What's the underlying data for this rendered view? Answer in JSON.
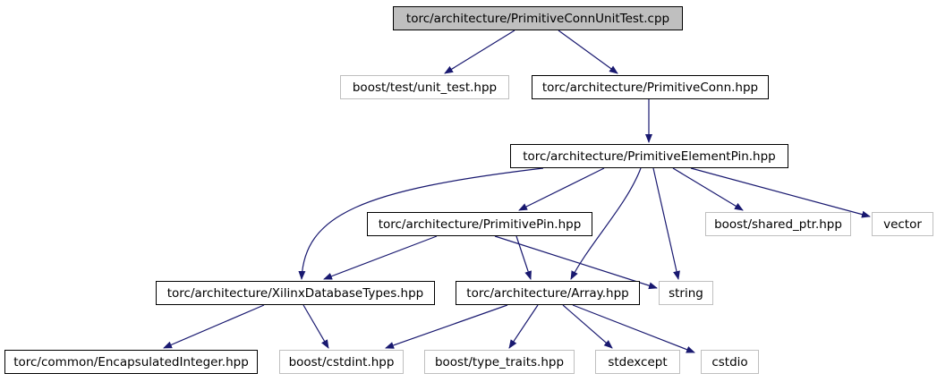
{
  "graph": {
    "colors": {
      "edge": "#191970",
      "local_border": "#000000",
      "external_border": "#bfbfbf",
      "root_fill": "#bfbfbf",
      "node_fill": "#ffffff"
    },
    "nodes": [
      {
        "id": "root",
        "label": "torc/architecture/PrimitiveConnUnitTest.cpp",
        "kind": "root"
      },
      {
        "id": "unit_test",
        "label": "boost/test/unit_test.hpp",
        "kind": "external"
      },
      {
        "id": "primconn",
        "label": "torc/architecture/PrimitiveConn.hpp",
        "kind": "local"
      },
      {
        "id": "elempin",
        "label": "torc/architecture/PrimitiveElementPin.hpp",
        "kind": "local"
      },
      {
        "id": "primpin",
        "label": "torc/architecture/PrimitivePin.hpp",
        "kind": "local"
      },
      {
        "id": "shared_ptr",
        "label": "boost/shared_ptr.hpp",
        "kind": "external"
      },
      {
        "id": "vector",
        "label": "vector",
        "kind": "external"
      },
      {
        "id": "xilinx",
        "label": "torc/architecture/XilinxDatabaseTypes.hpp",
        "kind": "local"
      },
      {
        "id": "array",
        "label": "torc/architecture/Array.hpp",
        "kind": "local"
      },
      {
        "id": "string",
        "label": "string",
        "kind": "external"
      },
      {
        "id": "encint",
        "label": "torc/common/EncapsulatedInteger.hpp",
        "kind": "local"
      },
      {
        "id": "cstdint",
        "label": "boost/cstdint.hpp",
        "kind": "external"
      },
      {
        "id": "type_traits",
        "label": "boost/type_traits.hpp",
        "kind": "external"
      },
      {
        "id": "stdexcept",
        "label": "stdexcept",
        "kind": "external"
      },
      {
        "id": "cstdio",
        "label": "cstdio",
        "kind": "external"
      }
    ],
    "edges": [
      {
        "from": "root",
        "to": "unit_test"
      },
      {
        "from": "root",
        "to": "primconn"
      },
      {
        "from": "primconn",
        "to": "elempin"
      },
      {
        "from": "elempin",
        "to": "primpin"
      },
      {
        "from": "elempin",
        "to": "shared_ptr"
      },
      {
        "from": "elempin",
        "to": "vector"
      },
      {
        "from": "elempin",
        "to": "xilinx"
      },
      {
        "from": "elempin",
        "to": "array"
      },
      {
        "from": "elempin",
        "to": "string"
      },
      {
        "from": "primpin",
        "to": "xilinx"
      },
      {
        "from": "primpin",
        "to": "array"
      },
      {
        "from": "primpin",
        "to": "string"
      },
      {
        "from": "xilinx",
        "to": "encint"
      },
      {
        "from": "xilinx",
        "to": "cstdint"
      },
      {
        "from": "array",
        "to": "cstdint"
      },
      {
        "from": "array",
        "to": "type_traits"
      },
      {
        "from": "array",
        "to": "stdexcept"
      },
      {
        "from": "array",
        "to": "cstdio"
      }
    ]
  }
}
